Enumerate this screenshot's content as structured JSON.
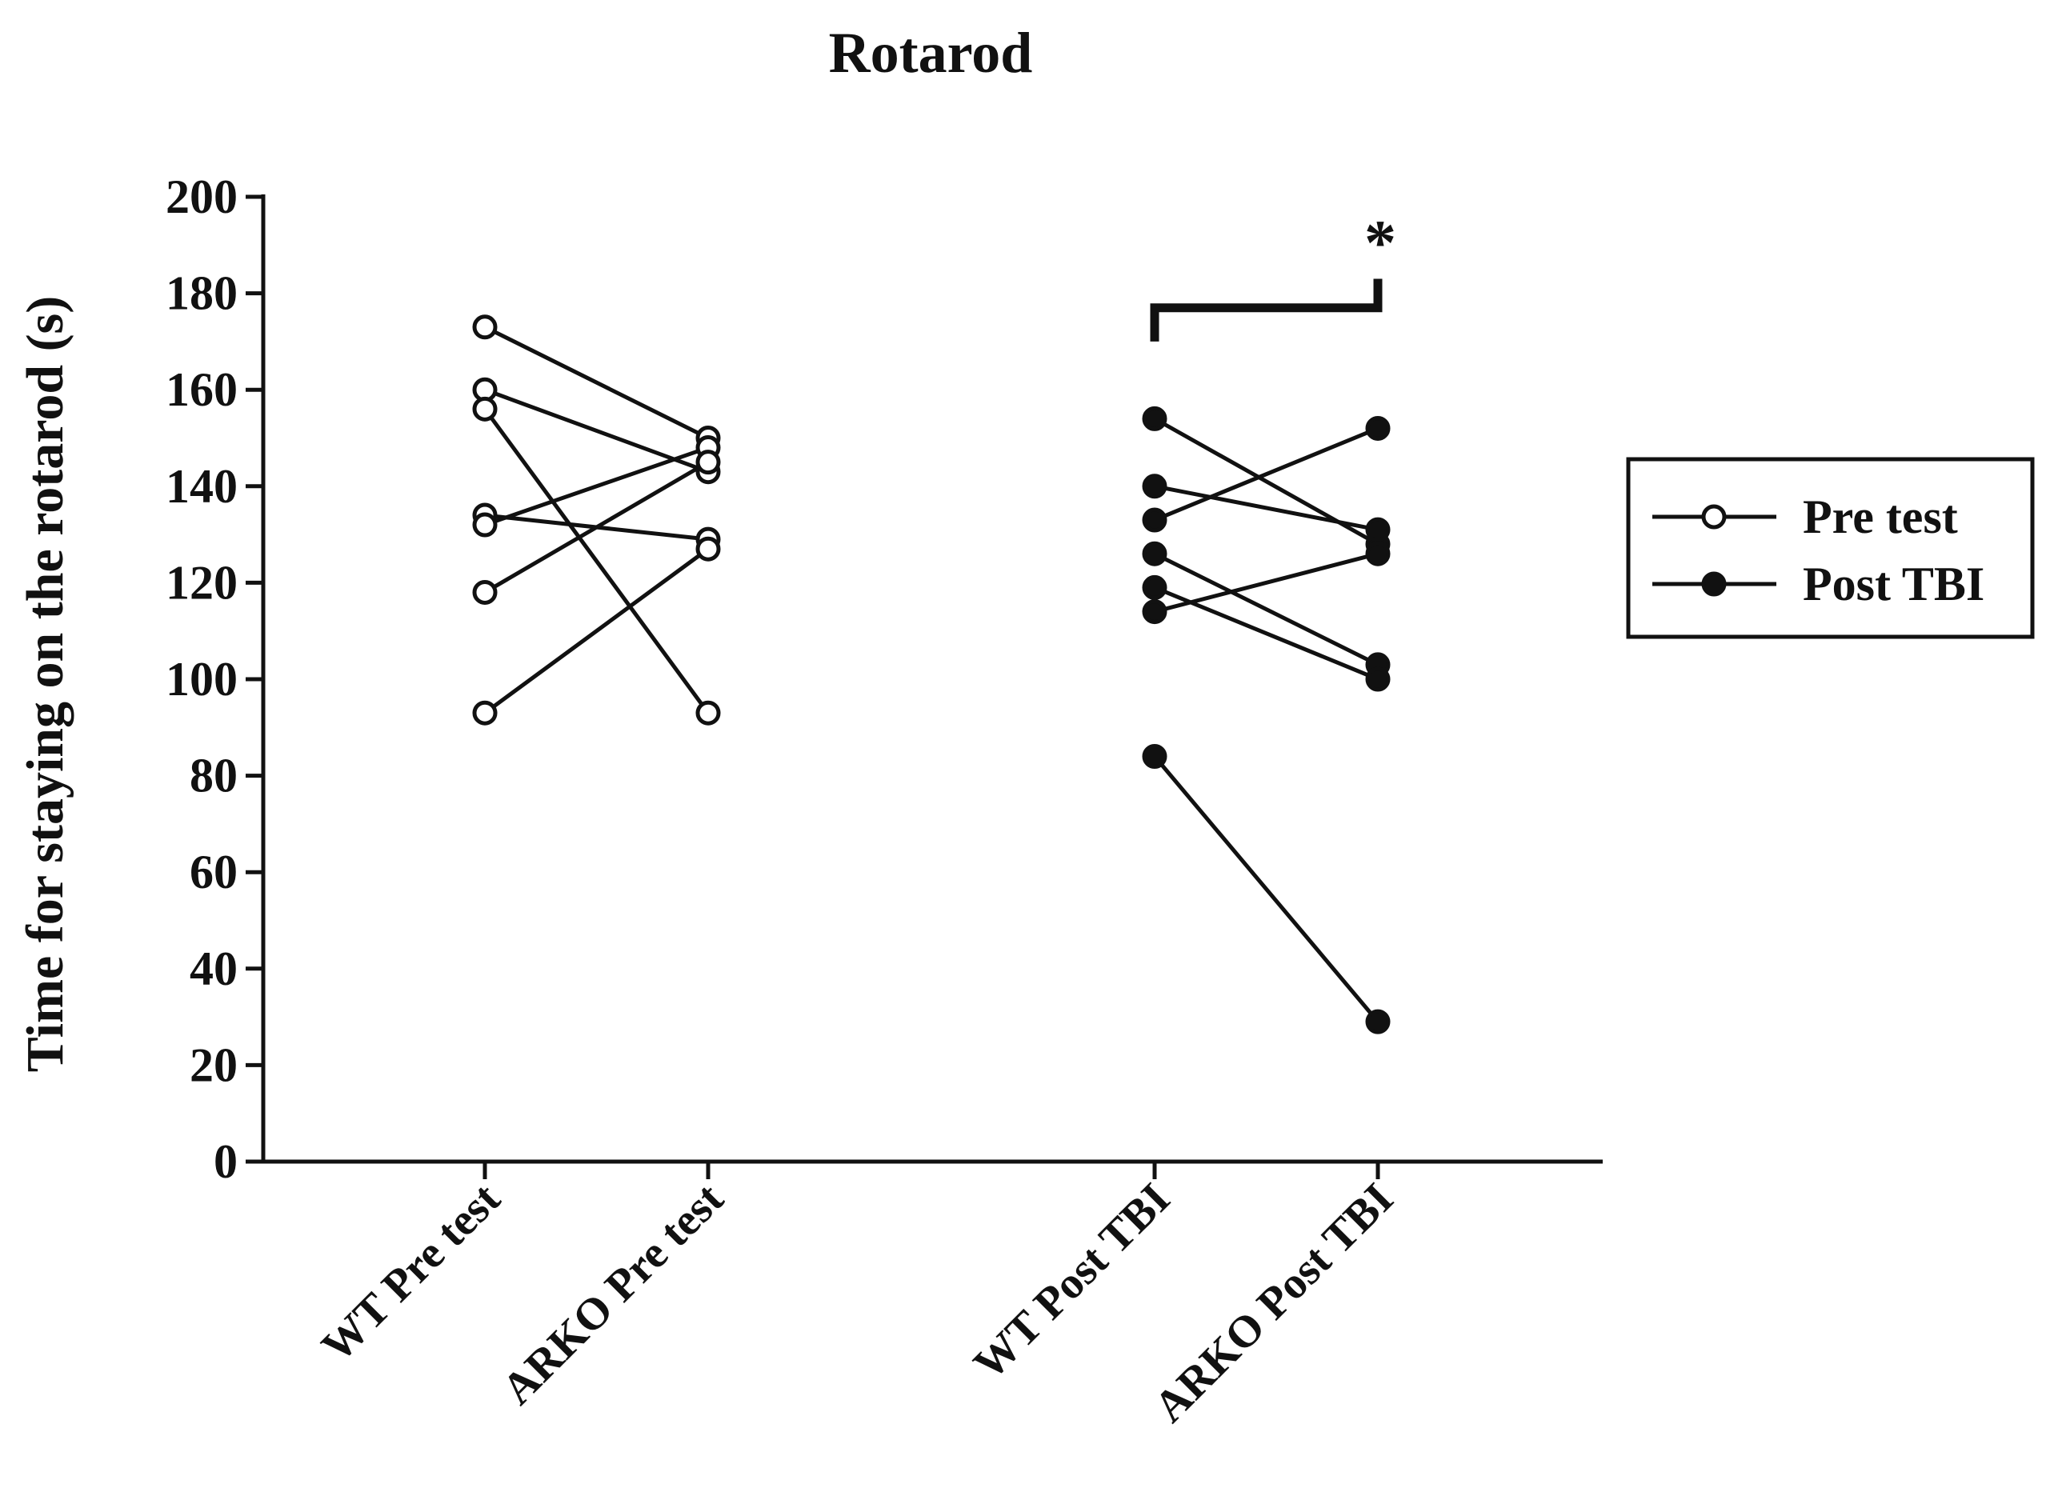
{
  "chart_data": {
    "type": "line",
    "title": "Rotarod",
    "ylabel": "Time for staying on the rotarod (s)",
    "xlabel": "",
    "ylim": [
      0,
      200
    ],
    "yticks": [
      0,
      20,
      40,
      60,
      80,
      100,
      120,
      140,
      160,
      180,
      200
    ],
    "categories": [
      "WT Pre test",
      "ARKO Pre test",
      "WT Post TBI",
      "ARKO Post TBI"
    ],
    "series": [
      {
        "name": "Pre test",
        "marker": "open-circle",
        "color": "#111111",
        "pairs": [
          [
            173,
            150
          ],
          [
            160,
            143
          ],
          [
            156,
            93
          ],
          [
            134,
            129
          ],
          [
            132,
            148
          ],
          [
            118,
            145
          ],
          [
            93,
            127
          ]
        ]
      },
      {
        "name": "Post TBI",
        "marker": "filled-circle",
        "color": "#111111",
        "pairs": [
          [
            154,
            128
          ],
          [
            140,
            131
          ],
          [
            133,
            152
          ],
          [
            126,
            103
          ],
          [
            119,
            100
          ],
          [
            114,
            126
          ],
          [
            84,
            29
          ]
        ]
      }
    ],
    "significance": {
      "label": "*",
      "between": [
        "WT Post TBI",
        "ARKO Post TBI"
      ]
    },
    "legend": {
      "position": "right",
      "entries": [
        {
          "label": "Pre test",
          "marker": "open-circle"
        },
        {
          "label": "Post TBI",
          "marker": "filled-circle"
        }
      ]
    },
    "grid": false
  }
}
